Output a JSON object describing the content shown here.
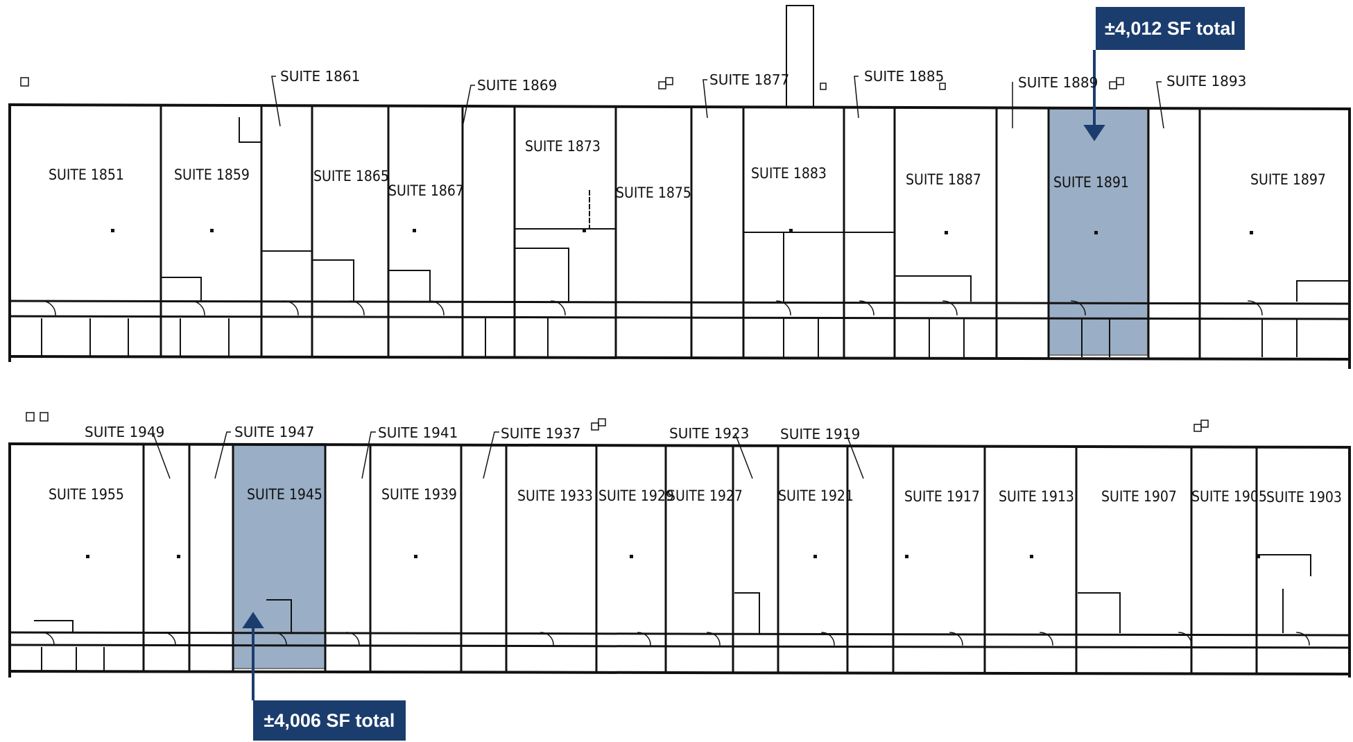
{
  "colors": {
    "highlight": "#9aaec6",
    "callout": "#1b3d6e",
    "wall": "#111111"
  },
  "callouts": {
    "top": "±4,012 SF total",
    "bottom": "±4,006 SF total"
  },
  "top_building": {
    "suites_inside": [
      {
        "id": "1851",
        "label": "SUITE 1851"
      },
      {
        "id": "1859",
        "label": "SUITE 1859"
      },
      {
        "id": "1865",
        "label": "SUITE 1865"
      },
      {
        "id": "1867",
        "label": "SUITE 1867"
      },
      {
        "id": "1873",
        "label": "SUITE 1873"
      },
      {
        "id": "1875",
        "label": "SUITE 1875"
      },
      {
        "id": "1883",
        "label": "SUITE 1883"
      },
      {
        "id": "1887",
        "label": "SUITE 1887"
      },
      {
        "id": "1891",
        "label": "SUITE 1891",
        "highlighted": true
      },
      {
        "id": "1897",
        "label": "SUITE 1897"
      }
    ],
    "suites_outside": [
      {
        "id": "1861",
        "label": "SUITE 1861"
      },
      {
        "id": "1869",
        "label": "SUITE 1869"
      },
      {
        "id": "1877",
        "label": "SUITE 1877"
      },
      {
        "id": "1885",
        "label": "SUITE 1885"
      },
      {
        "id": "1889",
        "label": "SUITE 1889"
      },
      {
        "id": "1893",
        "label": "SUITE 1893"
      }
    ]
  },
  "bottom_building": {
    "suites_inside": [
      {
        "id": "1955",
        "label": "SUITE 1955"
      },
      {
        "id": "1945",
        "label": "SUITE 1945",
        "highlighted": true
      },
      {
        "id": "1939",
        "label": "SUITE 1939"
      },
      {
        "id": "1933",
        "label": "SUITE 1933"
      },
      {
        "id": "1929",
        "label": "SUITE 1929"
      },
      {
        "id": "1927",
        "label": "SUITE 1927"
      },
      {
        "id": "1921",
        "label": "SUITE 1921"
      },
      {
        "id": "1917",
        "label": "SUITE 1917"
      },
      {
        "id": "1913",
        "label": "SUITE 1913"
      },
      {
        "id": "1907",
        "label": "SUITE 1907"
      },
      {
        "id": "1905",
        "label": "SUITE 1905"
      },
      {
        "id": "1903",
        "label": "SUITE 1903"
      }
    ],
    "suites_outside": [
      {
        "id": "1949",
        "label": "SUITE 1949"
      },
      {
        "id": "1947",
        "label": "SUITE 1947"
      },
      {
        "id": "1941",
        "label": "SUITE 1941"
      },
      {
        "id": "1937",
        "label": "SUITE 1937"
      },
      {
        "id": "1923",
        "label": "SUITE 1923"
      },
      {
        "id": "1919",
        "label": "SUITE 1919"
      }
    ]
  }
}
